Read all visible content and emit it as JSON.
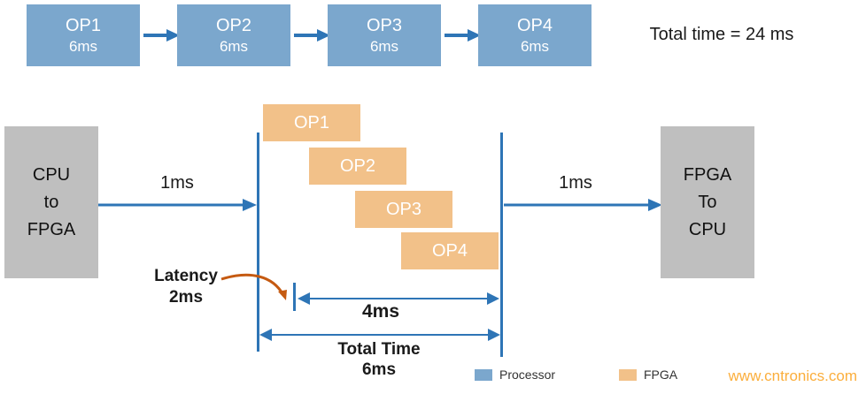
{
  "sequential": {
    "ops": [
      {
        "label": "OP1",
        "time": "6ms"
      },
      {
        "label": "OP2",
        "time": "6ms"
      },
      {
        "label": "OP3",
        "time": "6ms"
      },
      {
        "label": "OP4",
        "time": "6ms"
      }
    ],
    "total_label": "Total time = 24 ms"
  },
  "pipelined": {
    "input_block": "CPU\nto\nFPGA",
    "output_block": "FPGA\nTo\nCPU",
    "input_time": "1ms",
    "output_time": "1ms",
    "ops": [
      "OP1",
      "OP2",
      "OP3",
      "OP4"
    ],
    "latency_line1": "Latency",
    "latency_line2": "2ms",
    "processing_time": "4ms",
    "total_line1": "Total Time",
    "total_line2": "6ms"
  },
  "legend": {
    "processor_label": "Processor",
    "fpga_label": "FPGA"
  },
  "watermark": "www.cntronics.com",
  "colors": {
    "processor_fill": "#7BA7CD",
    "fpga_fill": "#F2C189",
    "block_gray": "#BFBFBF",
    "arrow_blue": "#2E75B6",
    "latency_arrow": "#C55A11",
    "watermark": "#FBAE3C"
  }
}
